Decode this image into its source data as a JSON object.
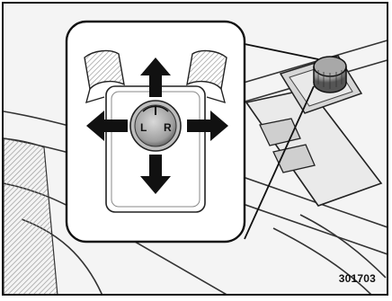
{
  "figure": {
    "code": "301703",
    "knob_labels": {
      "left": "L",
      "right": "R"
    },
    "icons": [
      "arrow-up-icon",
      "arrow-down-icon",
      "arrow-left-icon",
      "arrow-right-icon",
      "mirror-left-icon",
      "mirror-right-icon"
    ]
  }
}
